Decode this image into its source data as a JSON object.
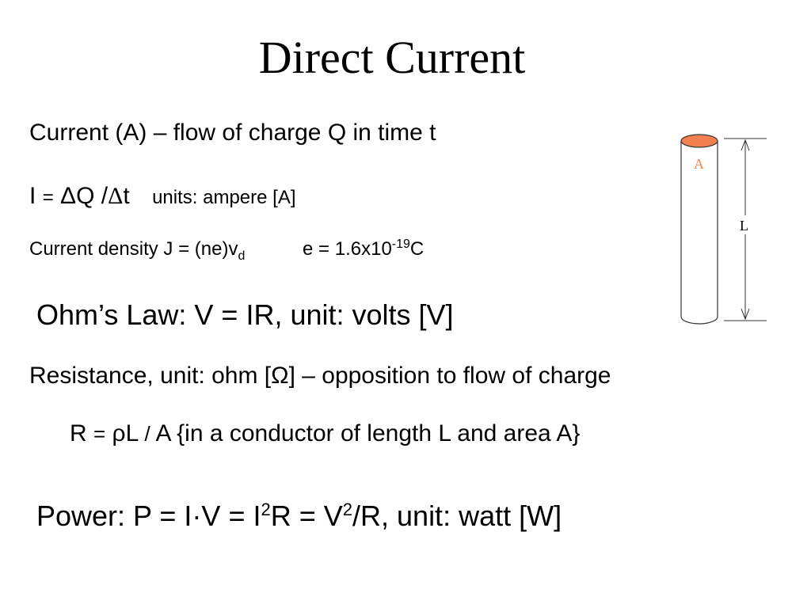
{
  "slide": {
    "title": "Direct Current",
    "line1": "Current (A) – flow of charge Q in time t",
    "line2": {
      "i": "I",
      "eq": "=",
      "dq": "ΔQ /",
      "delta": "Δ",
      "t": "t",
      "units": "units: ampere [A]"
    },
    "line3": {
      "label": "Current density J",
      "eq": "=",
      "expr": "(ne)v",
      "sub": "d",
      "e_label": "e = 1.6x10",
      "e_exp": "-19",
      "e_unit": "C"
    },
    "ohms_law": "Ohm’s Law: V = IR, unit: volts [V]",
    "resistance": "Resistance, unit: ohm [Ω] – opposition to flow of charge",
    "r_formula": {
      "r": "R",
      "eq": "=",
      "rho_l": "ρL",
      "slash": "/",
      "rest": "A {in a conductor of length L and area A}"
    },
    "power": {
      "p1": "Power: P = I·V = I",
      "sup1": "2",
      "p2": "R = V",
      "sup2": "2",
      "p3": "/R, unit: watt [W]"
    }
  },
  "diagram": {
    "area_label": "A",
    "length_label": "L",
    "colors": {
      "cap": "#f4804f",
      "area_label": "#f08a50",
      "outline": "#333333"
    }
  }
}
